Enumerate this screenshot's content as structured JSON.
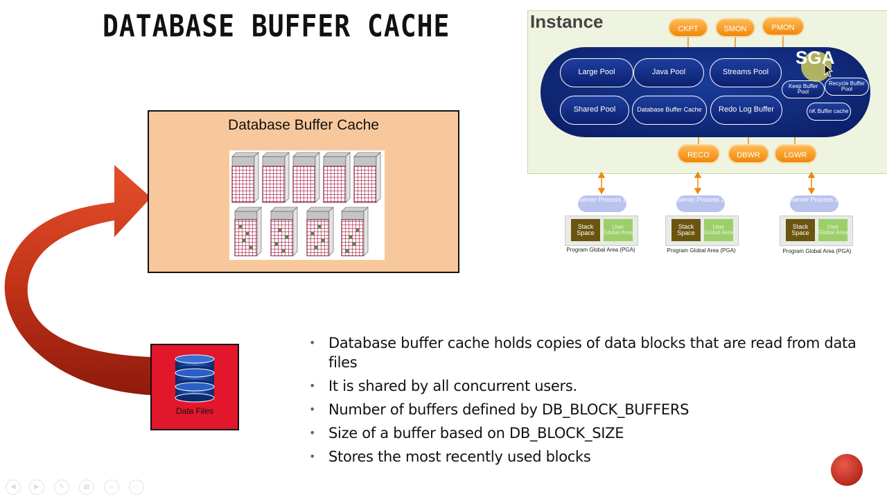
{
  "slide": {
    "title": "DATABASE BUFFER CACHE",
    "cache_box_title": "Database Buffer Cache",
    "data_files_label": "Data Files",
    "bullets": [
      "Database buffer cache holds copies of data blocks that are read from data files",
      "It is shared by all concurrent users.",
      "Number of buffers defined by DB_BLOCK_BUFFERS",
      "Size of a buffer based on DB_BLOCK_SIZE",
      "Stores the most recently used blocks"
    ],
    "bullet_marker": "•"
  },
  "instance": {
    "title": "Instance",
    "sga_label": "SGA",
    "top_processes": [
      "CKPT",
      "SMON",
      "PMON"
    ],
    "bottom_processes": [
      "RECO",
      "DBWR",
      "LGWR"
    ],
    "pools": {
      "large": "Large Pool",
      "java": "Java Pool",
      "streams": "Streams Pool",
      "shared": "Shared Pool",
      "db_buffer": "Database Buffer Cache",
      "redo": "Redo Log Buffer",
      "keep": "Keep Buffer Pool",
      "recycle": "Recycle Buffer Pool",
      "nk": "nK Buffer cache"
    },
    "server_processes": [
      {
        "name": "Server Process 1",
        "stack": "Stack Space",
        "uga": "User Global Area",
        "pga": "Program Global Area (PGA)"
      },
      {
        "name": "Server Process 2",
        "stack": "Stack Space",
        "uga": "User Global Area",
        "pga": "Program Global Area (PGA)"
      },
      {
        "name": "Server Process 3",
        "stack": "Stack Space",
        "uga": "User Global Area",
        "pga": "Program Global Area (PGA)"
      }
    ]
  },
  "colors": {
    "cache_box_fill": "#f8c89c",
    "data_files_fill": "#e2172b",
    "arrow_fill": "#d0391c",
    "sga_fill": "#0f2b7a",
    "process_fill": "#f39a1f",
    "block_grid": "#a0123a",
    "block_dots": "#2e9a3e"
  },
  "icons": [
    "database-icon",
    "curved-arrow-icon",
    "mouse-cursor-icon",
    "presenter-logo-icon"
  ]
}
